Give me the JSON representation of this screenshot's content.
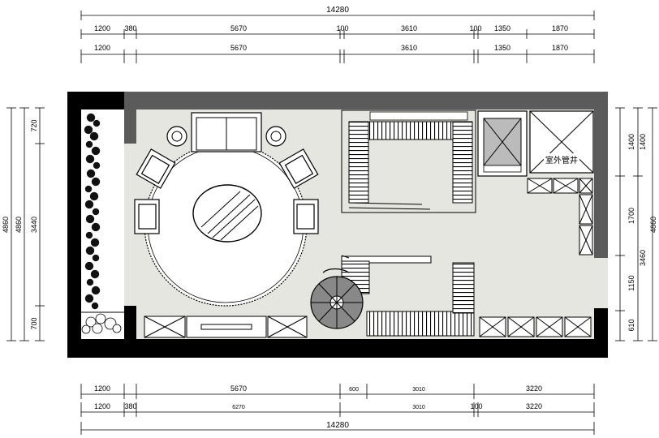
{
  "dimensions": {
    "total": "14280",
    "top_row1": [
      "1200",
      "380",
      "5670",
      "100",
      "3610",
      "100",
      "1350",
      "1870"
    ],
    "top_row2": [
      "1200",
      "5670",
      "3610",
      "1350",
      "1870"
    ],
    "bottom_row1": [
      "1200",
      "5670",
      "600",
      "3010",
      "3220"
    ],
    "bottom_row2": [
      "1200",
      "380",
      "6270",
      "3010",
      "100",
      "3220"
    ],
    "left_outer": "4860",
    "left_mid": "4860",
    "left_inner": [
      "720",
      "3440",
      "700"
    ],
    "right_inner": [
      "1400",
      "1700",
      "1150",
      "610"
    ],
    "right_outer": [
      "1400",
      "3460"
    ],
    "right_far": "4860"
  },
  "labels": {
    "shaft": "室外管井"
  }
}
